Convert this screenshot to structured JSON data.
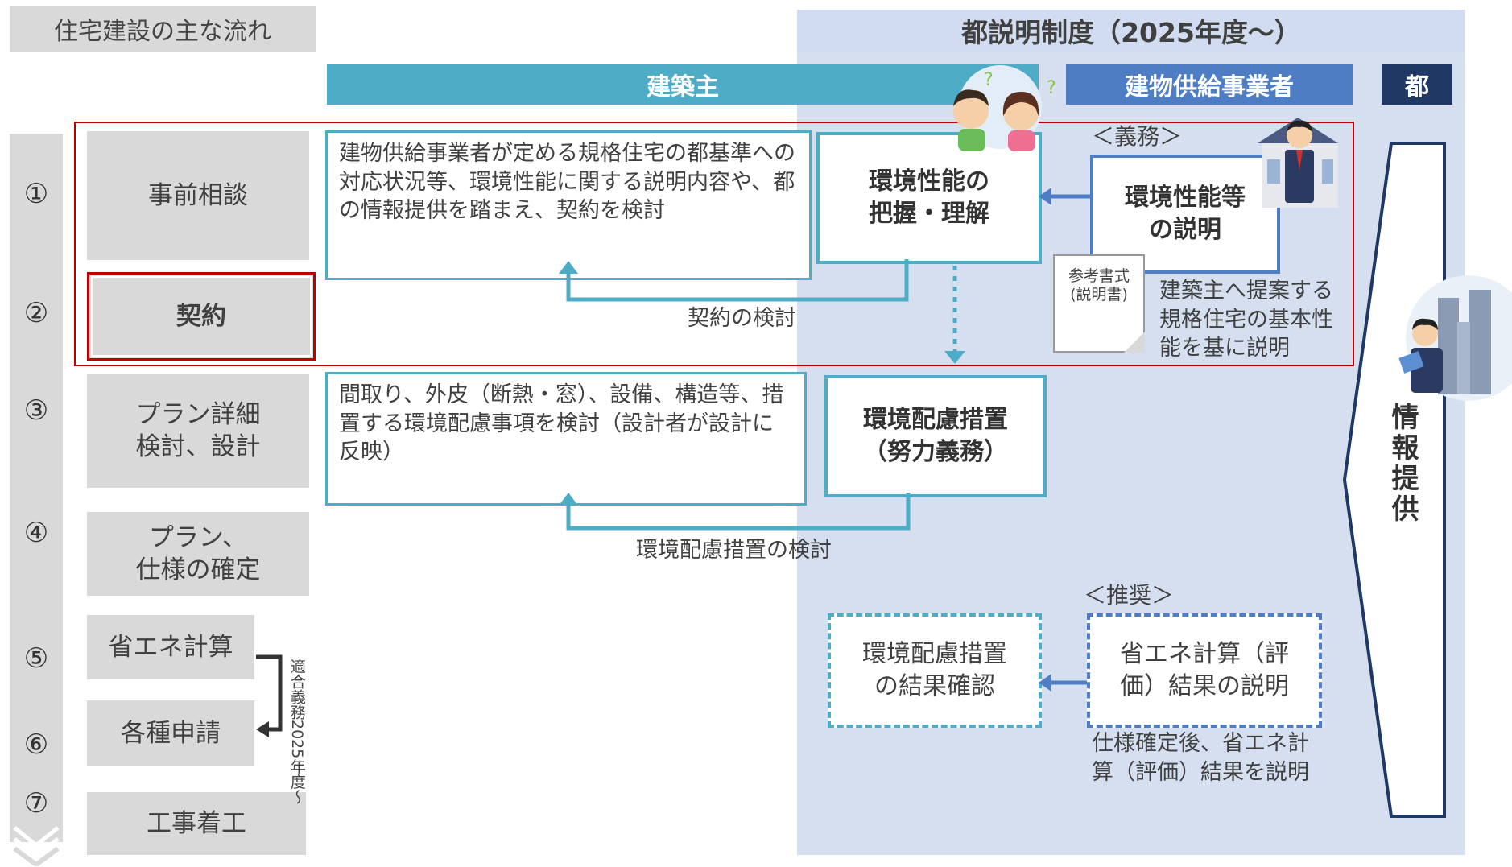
{
  "header": {
    "flow_label": "住宅建設の主な流れ",
    "system_title": "都説明制度（2025年度～）"
  },
  "actors": {
    "owner": "建築主",
    "supplier": "建物供給事業者",
    "tokyo": "都"
  },
  "steps": [
    {
      "num": "①",
      "label": "事前相談"
    },
    {
      "num": "②",
      "label": "契約"
    },
    {
      "num": "③",
      "label": "プラン詳細\n検討、設計"
    },
    {
      "num": "④",
      "label": "プラン、\n仕様の確定"
    },
    {
      "num": "⑤",
      "label": "省エネ計算"
    },
    {
      "num": "⑥",
      "label": "各種申請"
    },
    {
      "num": "⑦",
      "label": "工事着工"
    }
  ],
  "owner_notes": {
    "consult": "建物供給事業者が定める規格住宅の都基準への対応状況等、環境性能に関する説明内容や、都の情報提供を踏まえ、契約を検討",
    "design": "間取り、外皮（断熱・窓）、設備、構造等、措置する環境配慮事項を検討（設計者が設計に反映）"
  },
  "flow_boxes": {
    "understand": "環境性能の\n把握・理解",
    "explain": "環境性能等\nの説明",
    "measures": "環境配慮措置\n（努力義務）",
    "result_check": "環境配慮措置\nの結果確認",
    "energy_explain": "省エネ計算（評\n価）結果の説明"
  },
  "labels": {
    "obligation": "＜義務＞",
    "recommended": "＜推奨＞",
    "contract_review": "契約の検討",
    "measures_review": "環境配慮措置の検討",
    "supplier_note": "建築主へ提案する\n規格住宅の基本性\n能を基に説明",
    "energy_note": "仕様確定後、省エネ計\n算（評価）結果を説明",
    "ref_doc": "参考書式\n(説明書)",
    "info": "情報提供",
    "deadline": "適合義務2025年度〜"
  },
  "colors": {
    "owner": "#4eacc6",
    "supplier": "#4f7dc3",
    "tokyo": "#1f3864",
    "tokyo_bg": "#d5dff0",
    "highlight": "#c00000"
  },
  "icons": [
    "couple-icon",
    "businessman-house-icon",
    "official-building-icon"
  ]
}
